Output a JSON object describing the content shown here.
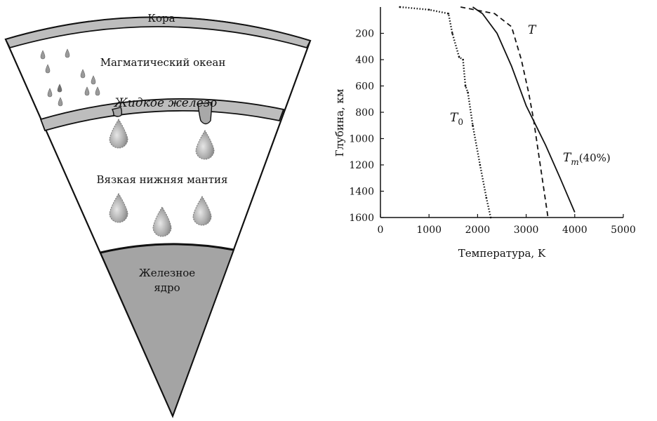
{
  "diagram": {
    "crust_label": "Кора",
    "magma_ocean_label": "Магматический океан",
    "liquid_iron_label": "Жидкое железо",
    "lower_mantle_label": "Вязкая нижняя мантия",
    "core_label_line1": "Железное",
    "core_label_line2": "ядро"
  },
  "chart_data": {
    "type": "line",
    "xlabel": "Температура, K",
    "ylabel": "Глубина, км",
    "xlim": [
      0,
      5000
    ],
    "ylim": [
      1600,
      0
    ],
    "y_inverted": true,
    "x_ticks": [
      0,
      1000,
      2000,
      3000,
      4000,
      5000
    ],
    "y_ticks": [
      200,
      400,
      600,
      800,
      1000,
      1200,
      1400,
      1600
    ],
    "grid": false,
    "series": [
      {
        "name": "T0",
        "style": "dotted",
        "points": [
          [
            400,
            0
          ],
          [
            1000,
            20
          ],
          [
            1400,
            50
          ],
          [
            1480,
            200
          ],
          [
            1620,
            380
          ],
          [
            1700,
            400
          ],
          [
            1750,
            600
          ],
          [
            1800,
            650
          ],
          [
            1900,
            900
          ],
          [
            2050,
            1200
          ],
          [
            2180,
            1450
          ],
          [
            2270,
            1600
          ]
        ]
      },
      {
        "name": "T",
        "style": "dashed",
        "points": [
          [
            1650,
            0
          ],
          [
            2350,
            50
          ],
          [
            2700,
            150
          ],
          [
            2900,
            400
          ],
          [
            3050,
            650
          ],
          [
            3150,
            850
          ],
          [
            3250,
            1100
          ],
          [
            3350,
            1350
          ],
          [
            3450,
            1600
          ]
        ]
      },
      {
        "name": "Tm(40%)",
        "style": "solid",
        "points": [
          [
            1900,
            0
          ],
          [
            2100,
            50
          ],
          [
            2400,
            200
          ],
          [
            2700,
            450
          ],
          [
            3000,
            750
          ],
          [
            3400,
            1050
          ],
          [
            3700,
            1300
          ],
          [
            4000,
            1560
          ]
        ]
      }
    ],
    "annotations": [
      {
        "text": "T",
        "target": "T"
      },
      {
        "text": "T0",
        "base": "T",
        "sub": "0",
        "target": "T0"
      },
      {
        "text": "Tm(40%)",
        "base": "T",
        "sub": "m",
        "rest": "(40%)",
        "target": "Tm(40%)"
      }
    ]
  }
}
